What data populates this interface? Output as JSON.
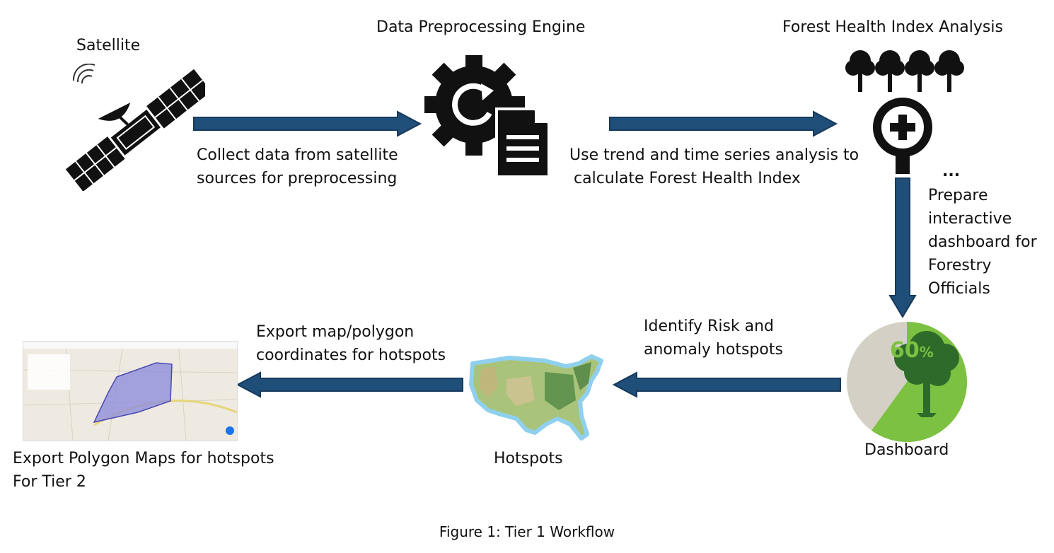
{
  "nodes": {
    "satellite": {
      "title": "Satellite"
    },
    "engine": {
      "title": "Data Preprocessing Engine"
    },
    "analysis": {
      "title": "Forest Health Index Analysis"
    },
    "dashboard": {
      "title": "Dashboard",
      "gauge_value": "60",
      "gauge_unit": "%",
      "gauge_fraction": 0.6
    },
    "hotspots": {
      "title": "Hotspots"
    },
    "export": {
      "title_line1": "Export Polygon Maps for hotspots",
      "title_line2": "For Tier 2"
    }
  },
  "edges": {
    "collect": {
      "line1": "Collect data from satellite",
      "line2": "sources for preprocessing"
    },
    "trend": {
      "line1": "Use trend and time series analysis to",
      "line2": "calculate Forest Health Index"
    },
    "prepare": {
      "ellipsis": "...",
      "line1": "Prepare",
      "line2": "interactive",
      "line3": "dashboard for",
      "line4": "Forestry",
      "line5": "Officials"
    },
    "identify": {
      "line1": "Identify Risk and",
      "line2": "anomaly hotspots"
    },
    "exportmap": {
      "line1": "Export map/polygon",
      "line2": "coordinates for hotspots"
    }
  },
  "caption": "Figure 1: Tier 1 Workflow",
  "colors": {
    "arrow_fill": "#1f4e79",
    "arrow_stroke": "#163a5c",
    "gauge_green": "#7cc142",
    "gauge_grey": "#d5d0c6",
    "tree_green": "#2e6b2a"
  }
}
